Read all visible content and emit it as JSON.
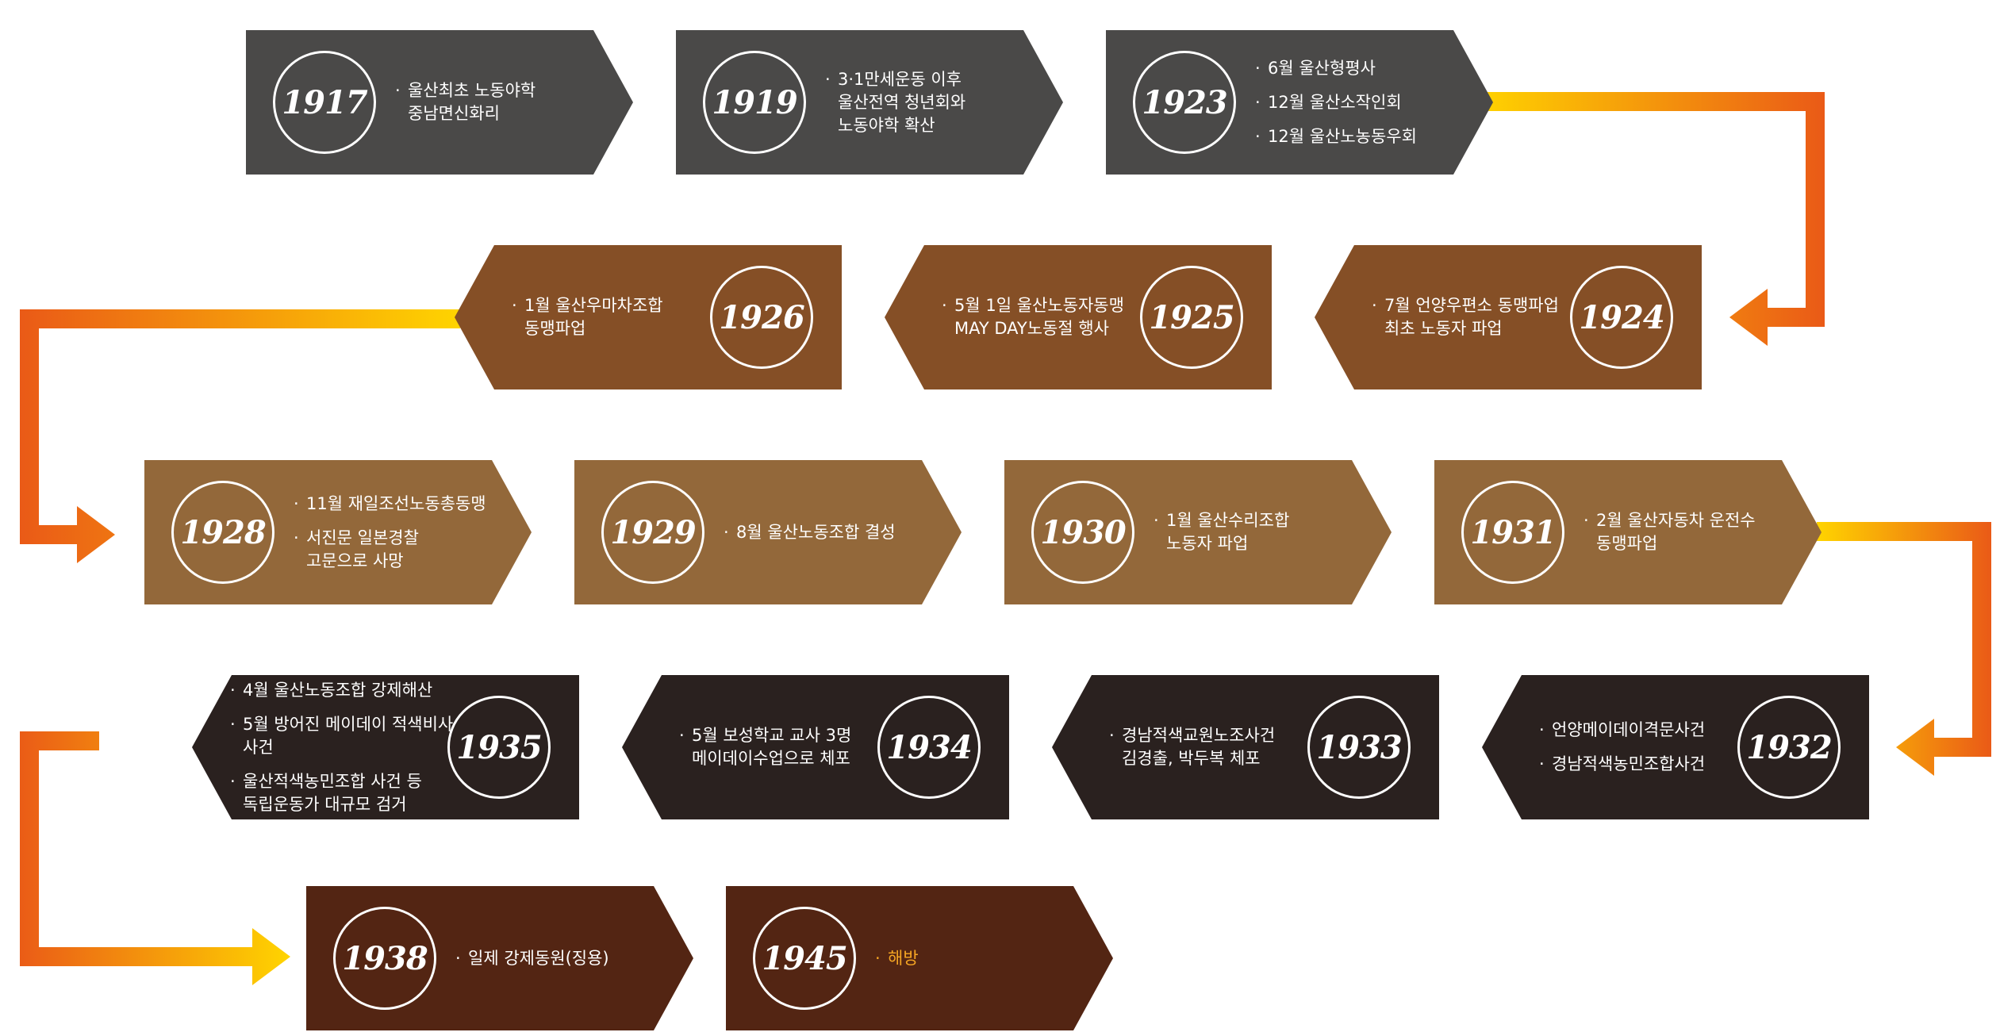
{
  "colors": {
    "row1": "#4a4948",
    "row2": "#854f26",
    "row3": "#93683a",
    "row4": "#2a211f",
    "row5": "#532513",
    "arrow_orange": "#ea5a17",
    "arrow_yellow": "#ffd400",
    "highlight_text": "#f6a623"
  },
  "bullet": "·",
  "timeline": [
    {
      "year": "1917",
      "events": [
        "울산최초 노동야학\n중남면신화리"
      ]
    },
    {
      "year": "1919",
      "events": [
        "3·1만세운동 이후\n울산전역 청년회와\n노동야학 확산"
      ]
    },
    {
      "year": "1923",
      "events": [
        "6월 울산형평사",
        "12월 울산소작인회",
        "12월 울산노농동우회"
      ]
    },
    {
      "year": "1924",
      "events": [
        "7월 언양우편소 동맹파업\n최초 노동자 파업"
      ]
    },
    {
      "year": "1925",
      "events": [
        "5월 1일 울산노동자동맹\nMAY DAY노동절 행사"
      ]
    },
    {
      "year": "1926",
      "events": [
        "1월 울산우마차조합\n동맹파업"
      ]
    },
    {
      "year": "1928",
      "events": [
        "11월 재일조선노동총동맹",
        "서진문 일본경찰\n고문으로 사망"
      ]
    },
    {
      "year": "1929",
      "events": [
        "8월 울산노동조합 결성"
      ]
    },
    {
      "year": "1930",
      "events": [
        "1월 울산수리조합\n노동자 파업"
      ]
    },
    {
      "year": "1931",
      "events": [
        "2월 울산자동차 운전수\n동맹파업"
      ]
    },
    {
      "year": "1932",
      "events": [
        "언양메이데이격문사건",
        "경남적색농민조합사건"
      ]
    },
    {
      "year": "1933",
      "events": [
        "경남적색교원노조사건\n김경출, 박두복 체포"
      ]
    },
    {
      "year": "1934",
      "events": [
        "5월 보성학교 교사 3명\n메이데이수업으로 체포"
      ]
    },
    {
      "year": "1935",
      "events": [
        "4월 울산노동조합 강제해산",
        "5월 방어진 메이데이 적색비사 사건",
        "울산적색농민조합 사건 등\n독립운동가 대규모 검거"
      ]
    },
    {
      "year": "1938",
      "events": [
        "일제 강제동원(징용)"
      ]
    },
    {
      "year": "1945",
      "events": [
        "해방"
      ]
    }
  ]
}
